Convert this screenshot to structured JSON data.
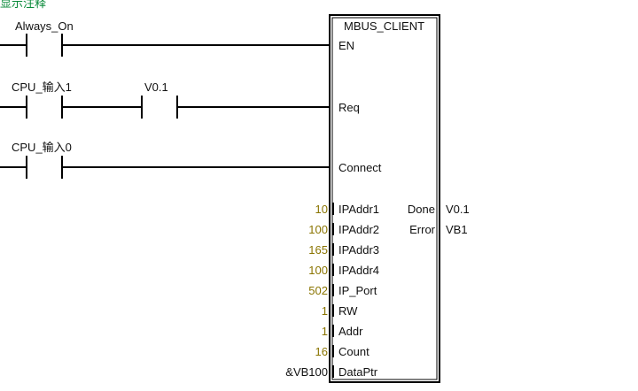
{
  "header_fragment": "显示注释",
  "block": {
    "title": "MBUS_CLIENT",
    "inputs": [
      "EN",
      "Req",
      "Connect",
      "IPAddr1",
      "IPAddr2",
      "IPAddr3",
      "IPAddr4",
      "IP_Port",
      "RW",
      "Addr",
      "Count",
      "DataPtr"
    ],
    "outputs": [
      "Done",
      "Error"
    ]
  },
  "rungs": {
    "always_on": "Always_On",
    "cpu_in1": "CPU_输入1",
    "v01_contact": "V0.1",
    "cpu_in0": "CPU_输入0"
  },
  "parameter_values": {
    "ipaddr1": "10",
    "ipaddr2": "100",
    "ipaddr3": "165",
    "ipaddr4": "100",
    "ip_port": "502",
    "rw": "1",
    "addr": "1",
    "count": "16",
    "dataptr": "&VB100"
  },
  "output_values": {
    "done": "V0.1",
    "error": "VB1"
  },
  "colors": {
    "wire": "#000000",
    "value_text": "#8a7400",
    "comment_text": "#0a8a3a"
  }
}
